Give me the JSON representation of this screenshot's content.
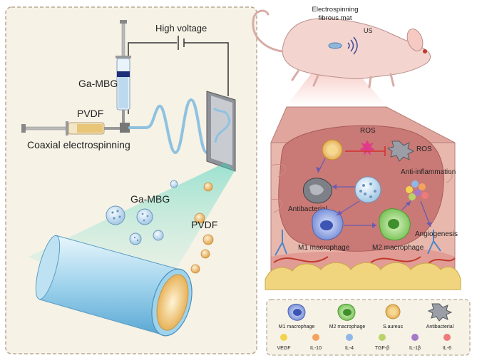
{
  "left_panel": {
    "high_voltage": "High voltage",
    "ga_mbg_syringe": "Ga-MBG",
    "pvdf_syringe": "PVDF",
    "coaxial": "Coaxial electrospinning",
    "ga_mbg_particles": "Ga-MBG",
    "pvdf_particles": "PVDF"
  },
  "right_top": {
    "mat_line1": "Electrospinning",
    "mat_line2": "fibrous mat",
    "us": "US"
  },
  "mechanism": {
    "ros_top": "ROS",
    "ros_right": "ROS",
    "anti_inflammation": "Anti-inflammation",
    "antibacterial": "Antibacterial",
    "angiogenesis": "Angiogenesis",
    "m1": "M1 macrophage",
    "m2": "M2 macrophage"
  },
  "legend": {
    "row1": [
      {
        "label": "M1 macrophage",
        "icon": "m1-macrophage-icon"
      },
      {
        "label": "M2 macrophage",
        "icon": "m2-macrophage-icon"
      },
      {
        "label": "S.aureus",
        "icon": "s-aureus-icon"
      },
      {
        "label": "Antibacterial",
        "icon": "antibacterial-icon"
      }
    ],
    "row2": [
      {
        "label": "VEGF",
        "color": "#f3d24e"
      },
      {
        "label": "IL-10",
        "color": "#f3a25e"
      },
      {
        "label": "IL-4",
        "color": "#8fb7e8"
      },
      {
        "label": "TGF-β",
        "color": "#b9d26a"
      },
      {
        "label": "IL-1β",
        "color": "#a779c9"
      },
      {
        "label": "IL-6",
        "color": "#ef7a7a"
      }
    ]
  },
  "colors": {
    "panel_bg": "#f6f2e6",
    "border": "#b9aa97",
    "fiber": "#8fc2e0",
    "tissue": "#c97a76"
  }
}
